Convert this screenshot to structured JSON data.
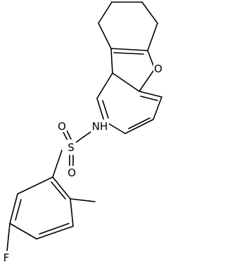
{
  "structure": {
    "atoms": {
      "oxygen_furan": "O",
      "nitrogen_amine": "NH",
      "sulfur": "S",
      "oxygen_sulfonyl_top": "O",
      "oxygen_sulfonyl_bottom": "O",
      "fluorine": "F"
    }
  }
}
